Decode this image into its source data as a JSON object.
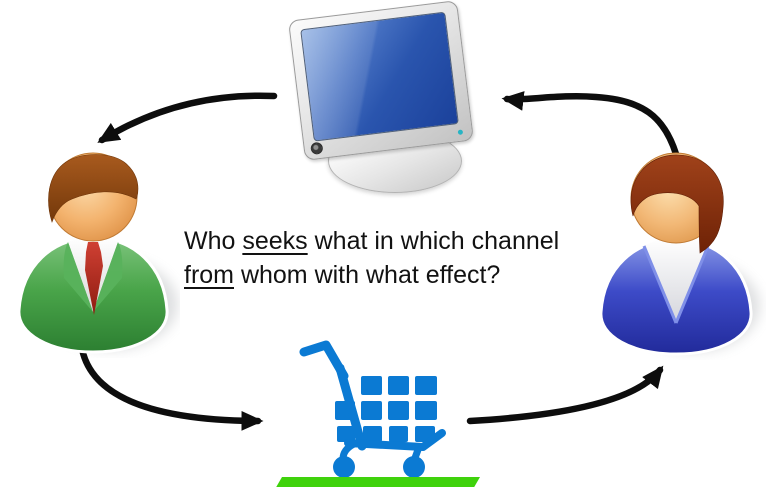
{
  "diagram": {
    "background": "#ffffff",
    "question": {
      "line1_pre": "Who ",
      "line1_underlined": "seeks",
      "line1_post": " what in which channel",
      "line2_underlined": "from",
      "line2_post": " whom with what effect?"
    },
    "nodes": {
      "top": "computer-monitor",
      "left": "person-in-green-suit",
      "right": "person-in-blue-suit",
      "bottom": "shopping-cart-on-green-ground"
    },
    "arrows": [
      {
        "from": "right-person",
        "to": "computer-monitor"
      },
      {
        "from": "computer-monitor",
        "to": "left-person"
      },
      {
        "from": "left-person",
        "to": "shopping-cart"
      },
      {
        "from": "shopping-cart",
        "to": "right-person"
      }
    ],
    "colors": {
      "arrow": "#0d0d0d",
      "text": "#121212",
      "cart_blue": "#0b7ad3",
      "ground_green": "#3fd20c",
      "suit_green": "#3f9d44",
      "suit_blue": "#3644c4",
      "tie_red": "#b02c1d",
      "screen_blue": "#2a55ae",
      "hair_brown": "#8a4513",
      "hair_auburn": "#8d3410",
      "skin": "#f3b36e"
    }
  }
}
